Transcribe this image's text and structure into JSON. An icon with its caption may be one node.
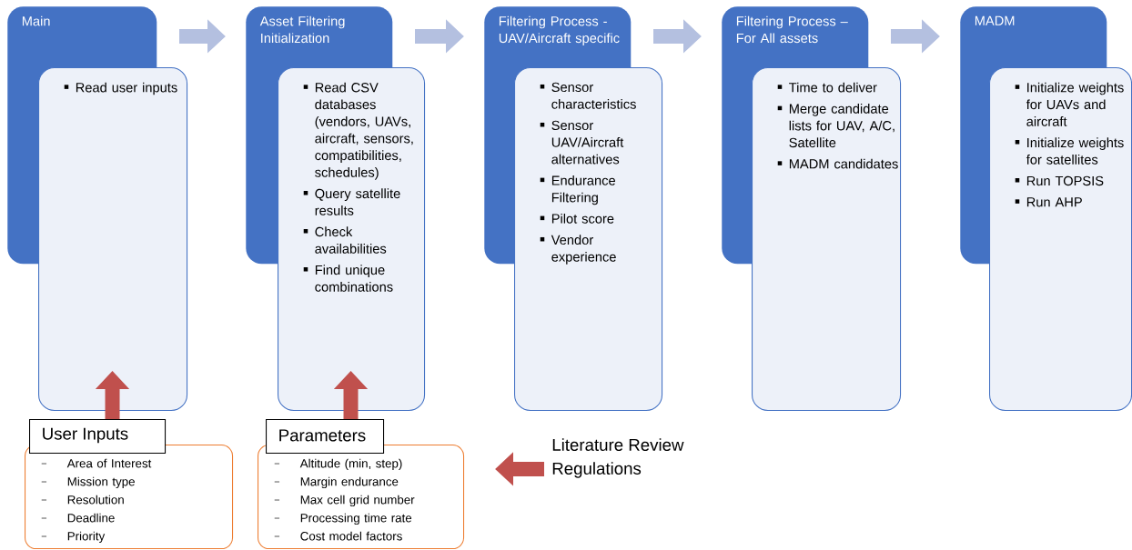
{
  "diagram": {
    "nodes": [
      {
        "text": [
          "Main",
          "Read user inputs"
        ]
      },
      {
        "text": [
          "Asset Filtering Initialization",
          "Read CSV databases (vendors, UAVs, aircraft, sensors, compatibilities, schedules)",
          "Query satellite results",
          "Check availabilities",
          "Find unique combinations"
        ]
      },
      {
        "text": [
          "Filtering Process - UAV/Aircraft specific",
          "Sensor characteristics",
          "Sensor UAV/Aircraft alternatives",
          "Endurance Filtering",
          "Pilot score",
          "Vendor experience"
        ]
      },
      {
        "text": [
          "Filtering Process – For All assets",
          "Time to deliver",
          "Merge candidate lists for UAV, A/C, Satellite",
          "MADM candidates"
        ]
      },
      {
        "text": [
          "MADM",
          "Initialize weights for UAVs and aircraft",
          "Initialize weights for satellites",
          "Run TOPSIS",
          "Run AHP"
        ]
      },
      {
        "text": [
          "User Inputs",
          "Area of Interest",
          "Mission type",
          "Resolution",
          "Deadline",
          "Priority"
        ]
      },
      {
        "text": [
          "Parameters",
          "Altitude (min, step)",
          "Margin endurance",
          "Max cell grid number",
          "Processing time rate",
          "Cost model factors"
        ]
      },
      {
        "text": [
          "Literature Review",
          "Regulations"
        ]
      }
    ],
    "edges": [
      {
        "from": 0,
        "to": 1,
        "arrow": "to"
      },
      {
        "from": 1,
        "to": 2,
        "arrow": "to"
      },
      {
        "from": 2,
        "to": 3,
        "arrow": "to"
      },
      {
        "from": 3,
        "to": 4,
        "arrow": "to"
      },
      {
        "from": 5,
        "to": 0,
        "arrow": "to",
        "color": "#c0504d"
      },
      {
        "from": 6,
        "to": 1,
        "arrow": "to",
        "color": "#c0504d"
      },
      {
        "from": 7,
        "to": null,
        "arrow": "to",
        "color": "#c0504d"
      }
    ]
  }
}
